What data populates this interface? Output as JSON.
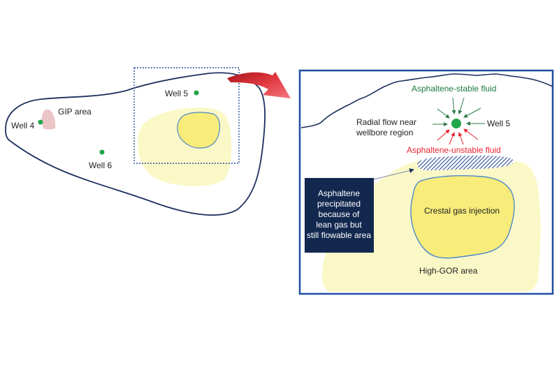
{
  "colors": {
    "outline": "#1b2f5e",
    "well_dot": "#1fa64a",
    "gip_area": "#ecc6c6",
    "high_gor": "#fbf8c8",
    "gas_injection": "#f8ec7a",
    "gas_injection_border": "#4a8ac8",
    "inset_border": "#1f4fa0",
    "callout_box": "#13284f",
    "arrow_red": "#d9303a",
    "stable_arrow": "#2f7a4a",
    "unstable_arrow": "#e8232d",
    "hatch": "#3a5aa0"
  },
  "overview": {
    "wells": [
      {
        "label": "Well 4"
      },
      {
        "label": "Well 5"
      },
      {
        "label": "Well 6"
      }
    ],
    "gip_label": "GIP area"
  },
  "inset": {
    "stable_label": "Asphaltene-stable fluid",
    "unstable_label": "Asphaltene-unstable fluid",
    "radial_label_line1": "Radial flow near",
    "radial_label_line2": "wellbore region",
    "well_label": "Well 5",
    "callout_lines": [
      "Asphaltene",
      "precipitated",
      "because of",
      "lean gas but",
      "still flowable area"
    ],
    "gas_injection_label": "Crestal gas injection",
    "high_gor_label": "High-GOR area"
  }
}
